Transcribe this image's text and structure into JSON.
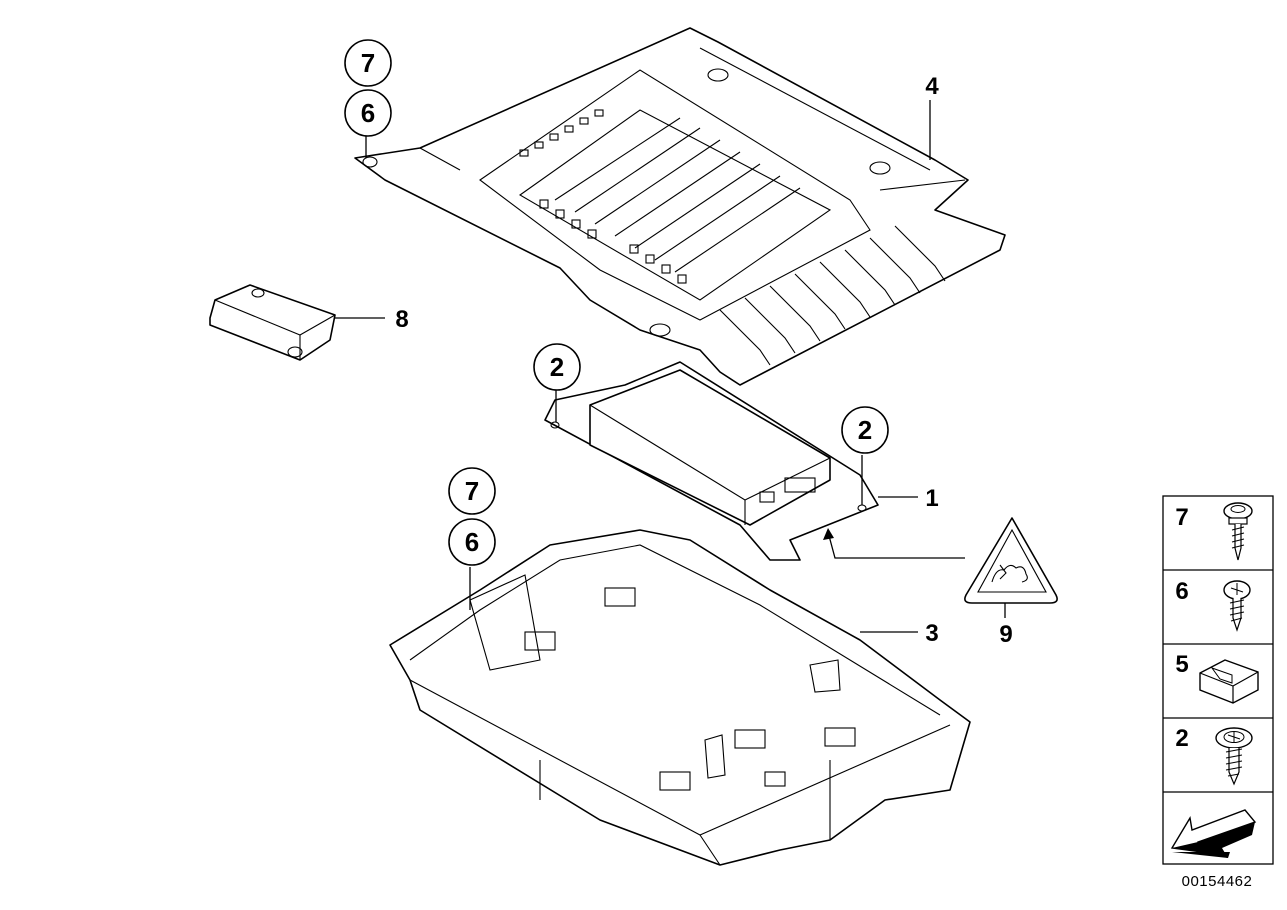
{
  "diagram_id": "00154462",
  "callouts": {
    "top_7": "7",
    "top_6": "6",
    "part_4": "4",
    "part_8": "8",
    "left_2": "2",
    "right_2": "2",
    "part_1": "1",
    "mid_7": "7",
    "mid_6": "6",
    "part_3": "3",
    "part_9": "9"
  },
  "legend": [
    {
      "number": "7",
      "icon": "screw-with-washer-icon"
    },
    {
      "number": "6",
      "icon": "self-tapping-screw-icon"
    },
    {
      "number": "5",
      "icon": "clip-nut-icon"
    },
    {
      "number": "2",
      "icon": "washer-head-screw-icon"
    }
  ],
  "legend_footer_icon": "direction-arrow-icon"
}
